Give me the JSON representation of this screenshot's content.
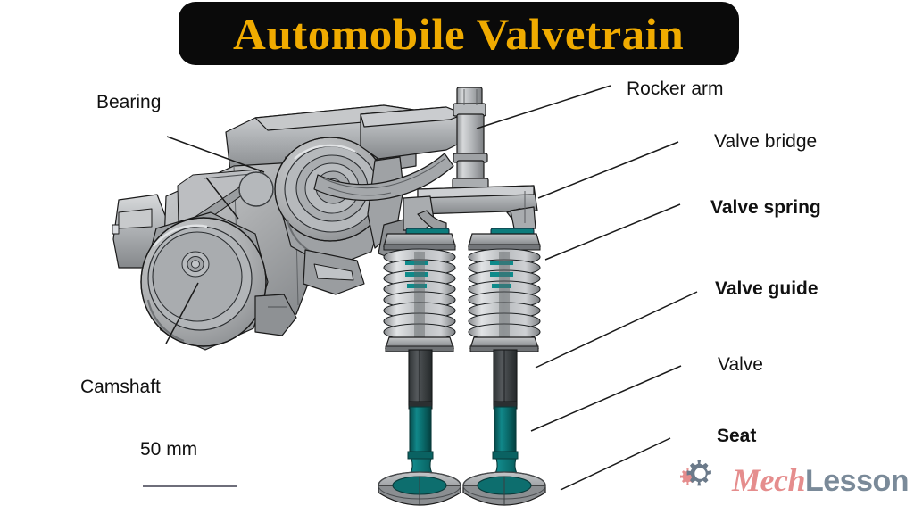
{
  "title": {
    "text": "Automobile Valvetrain",
    "banner_color": "#0a0a0a",
    "text_color": "#f0ab00"
  },
  "labels": {
    "bearing": "Bearing",
    "camshaft": "Camshaft",
    "scale": "50 mm",
    "rocker_arm": "Rocker arm",
    "valve_bridge": "Valve bridge",
    "valve_spring": "Valve spring",
    "valve_guide": "Valve guide",
    "valve": "Valve",
    "seat": "Seat"
  },
  "logo": {
    "mech": "Mech",
    "lesson": "Lesson",
    "gear_primary_color": "#6b7a8a",
    "gear_secondary_color": "#e58d8d"
  },
  "illustration": {
    "name": "automobile-valvetrain-cad-render",
    "metal_light": "#d8d8da",
    "metal_mid": "#a9abad",
    "metal_dark": "#6d7073",
    "valve_stem_dark": "#3a3e40",
    "valve_teal": "#0d6e6e",
    "outline": "#1a1a1a"
  }
}
